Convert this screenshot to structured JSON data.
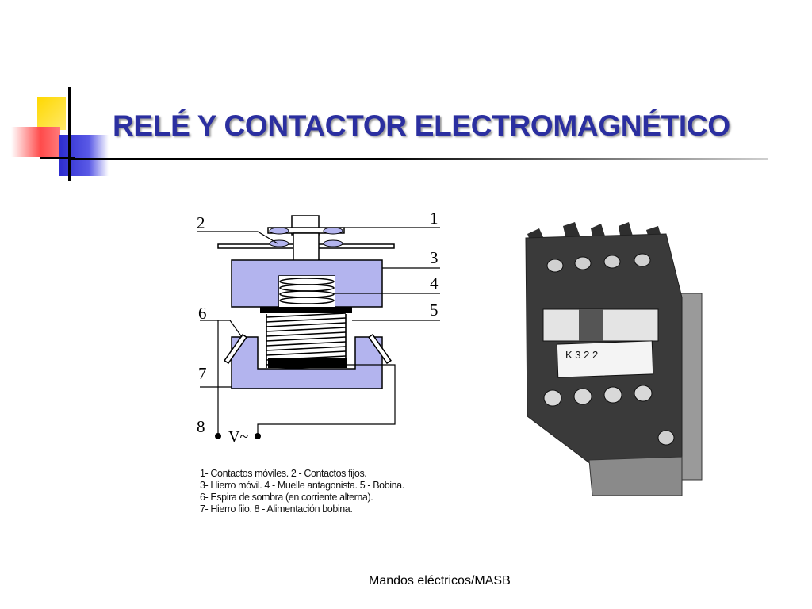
{
  "slide": {
    "title": "RELÉ Y CONTACTOR ELECTROMAGNÉTICO",
    "footer": "Mandos eléctricos/MASB"
  },
  "diagram": {
    "labels": [
      "1",
      "2",
      "3",
      "4",
      "5",
      "6",
      "7",
      "8"
    ],
    "voltage_label": "V~",
    "legend": [
      "1- Contactos móviles. 2 - Contactos fijos.",
      "3- Hierro móvil. 4 - Muelle antagonista. 5 - Bobina.",
      "6- Espira de sombra (en corriente alterna).",
      "7- Hierro fiio. 8 - Alimentación bobina."
    ]
  },
  "photo": {
    "label_text": "K 3 2 2"
  },
  "colors": {
    "title": "#2b2fa0",
    "iron": "#b3b4ee",
    "accent_yellow": "#ffd700",
    "accent_red": "#ff6a6a",
    "accent_blue": "#3b3bd6"
  }
}
